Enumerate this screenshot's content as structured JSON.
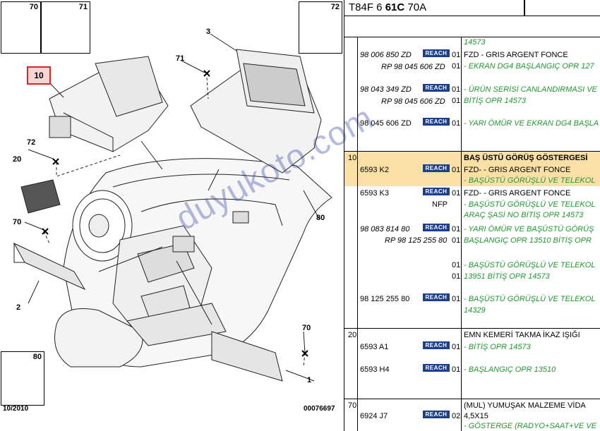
{
  "diagram": {
    "callouts": [
      "70",
      "71",
      "72",
      "10",
      "3",
      "71",
      "72",
      "20",
      "70",
      "2",
      "80",
      "70",
      "1",
      "80"
    ],
    "screw_labels": {
      "a": "70",
      "b": "71",
      "c": "72",
      "clip": "80"
    },
    "highlight_label": "10",
    "date": "10/2010",
    "ref": "00076697",
    "watermark": "duyukoto.com"
  },
  "header": {
    "code_prefix": "T84F 6 ",
    "code_bold": "61C",
    "code_suffix": " 70A"
  },
  "reach_badge": "REACH",
  "rows": [
    {
      "pn": "",
      "reach": false,
      "qty": "",
      "desc": "14573",
      "desc_green": true
    },
    {
      "pn": "98 006 850 ZD",
      "reach": true,
      "qty": "01",
      "desc": "FZD - GRIS ARGENT FONCE",
      "desc_green": false
    },
    {
      "rp": "RP 98 045 606 ZD",
      "qty": "01",
      "desc": "- EKRAN DG4 BAŞLANGIÇ OPR 127",
      "desc_green": true
    },
    {
      "pn": "98 043 349 ZD",
      "reach": true,
      "qty": "01",
      "desc": "- ÜRÜN SERİSİ CANLANDIRMASI VE",
      "desc_green": true
    },
    {
      "rp": "RP 98 045 606 ZD",
      "qty": "01",
      "desc": "BİTİŞ OPR 14573",
      "desc_green": true
    },
    {
      "pn": "98 045 606 ZD",
      "reach": true,
      "qty": "01",
      "desc": "- YARI ÖMÜR VE EKRAN DG4 BAŞLA",
      "desc_green": true
    },
    {
      "grp": "10",
      "pn": "6593 K2",
      "reach": true,
      "qty": "01",
      "title": "BAŞ ÜSTÜ GÖRÜŞ GÖSTERGESİ",
      "desc": "FZD- - GRIS ARGENT FONCE",
      "desc2": "- BAŞÜSTÜ GÖRÜŞLÜ VE TELEKOL"
    },
    {
      "pn": "6593 K3",
      "reach": true,
      "qty": "01",
      "desc": "FZD- - GRIS ARGENT FONCE",
      "nfp": "NFP",
      "desc2": "- BAŞÜSTÜ GÖRÜŞLÜ VE TELEKOL",
      "desc3": "ARAÇ ŞASİ NO BİTİŞ OPR 14573"
    },
    {
      "pn": "98 083 814 80",
      "reach": true,
      "qty": "01",
      "desc": "- YARI ÖMÜR VE BAŞÜSTÜ GÖRÜŞ",
      "rp": "RP 98 125 255 80",
      "desc2": "BAŞLANGIÇ OPR 13510 BİTİŞ OPR"
    },
    {
      "qty": "01",
      "desc": "- BAŞÜSTÜ GÖRÜŞLÜ VE TELEKOL",
      "qty2": "01",
      "desc2": "13951 BİTİŞ OPR 14573"
    },
    {
      "pn": "98 125 255 80",
      "reach": true,
      "qty": "01",
      "desc": "- BAŞÜSTÜ GÖRÜŞLÜ VE TELEKOL",
      "desc2": "14329"
    },
    {
      "grp": "20",
      "title": "EMN KEMERİ TAKMA İKAZ IŞIĞI",
      "pn": "6593 A1",
      "reach": true,
      "qty": "01",
      "desc": "- BİTİŞ OPR 14573"
    },
    {
      "pn": "6593 H4",
      "reach": true,
      "qty": "01",
      "desc": "- BAŞLANGIÇ OPR 13510"
    },
    {
      "grp": "70",
      "title": "(MUL) YUMUŞAK MALZEME VİDA",
      "pn": "6924 J7",
      "reach": true,
      "qty": "02",
      "desc": "4,5X15",
      "desc2": "- GÖSTERGE (RADYO+SAAT+VE VE"
    }
  ]
}
